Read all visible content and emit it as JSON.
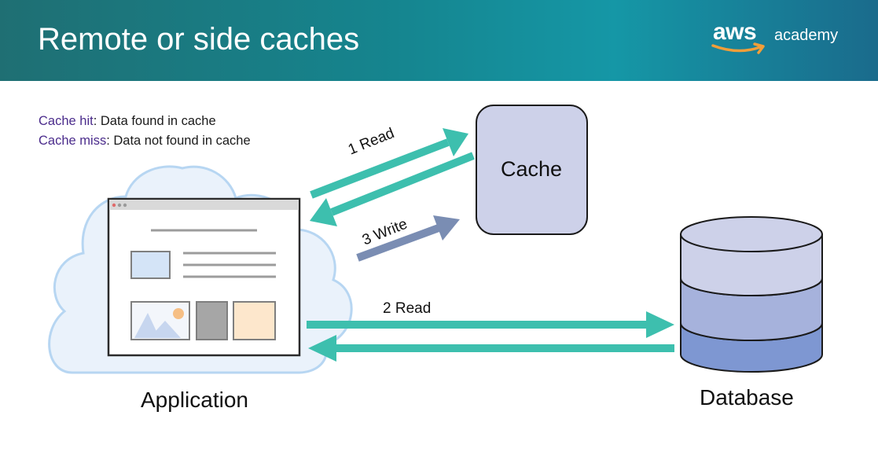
{
  "slide": {
    "title": "Remote or side caches"
  },
  "logo": {
    "brand": "aws",
    "product": "academy",
    "icon": "aws-smile-arrow"
  },
  "legend": {
    "items": [
      {
        "term": "Cache hit",
        "description": ": Data found in cache"
      },
      {
        "term": "Cache miss",
        "description": ": Data not found in cache"
      }
    ]
  },
  "diagram": {
    "nodes": {
      "application": "Application",
      "cache": "Cache",
      "database": "Database"
    },
    "edges": {
      "read1": "1 Read",
      "write3": "3 Write",
      "read2": "2 Read"
    }
  },
  "colors": {
    "header_start": "#1f6f73",
    "header_end": "#1597a6",
    "teal_arrow": "#3dbfae",
    "write_arrow": "#7a8db3",
    "cache_fill": "#cdd1e9",
    "db_top": "#cdd1e9",
    "db_middle": "#a6b2dc",
    "db_bottom": "#7e97d2",
    "cloud_fill": "#eaf2fb",
    "cloud_stroke": "#b7d6f2",
    "legend_term": "#4b2c8c"
  }
}
